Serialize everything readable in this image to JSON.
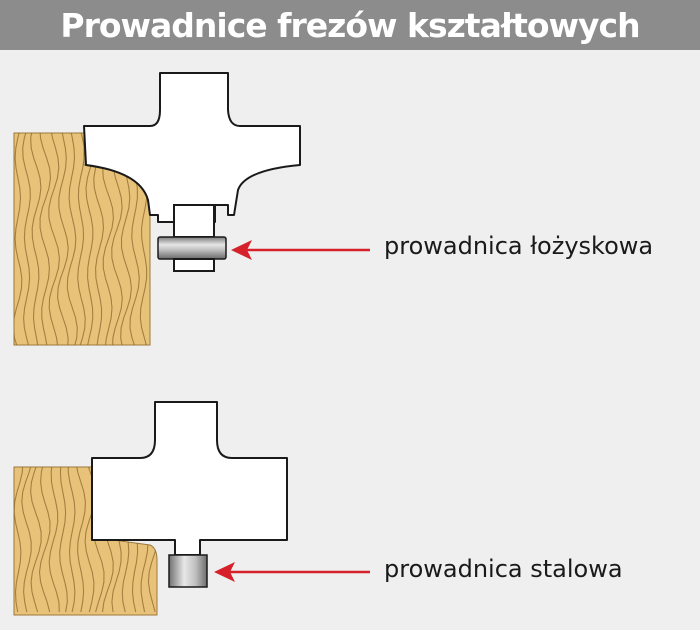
{
  "title": "Prowadnice frezów kształtowych",
  "labels": {
    "bearing_guide": "prowadnica łożyskowa",
    "steel_guide": "prowadnica stalowa"
  },
  "colors": {
    "header_bg": "#8c8c8c",
    "background": "#efefef",
    "wood": "#e9c27a",
    "wood_grain": "#8b6a2e",
    "arrow": "#d6202a",
    "tool_fill": "#ffffff",
    "tool_stroke": "#1a1a1a"
  }
}
